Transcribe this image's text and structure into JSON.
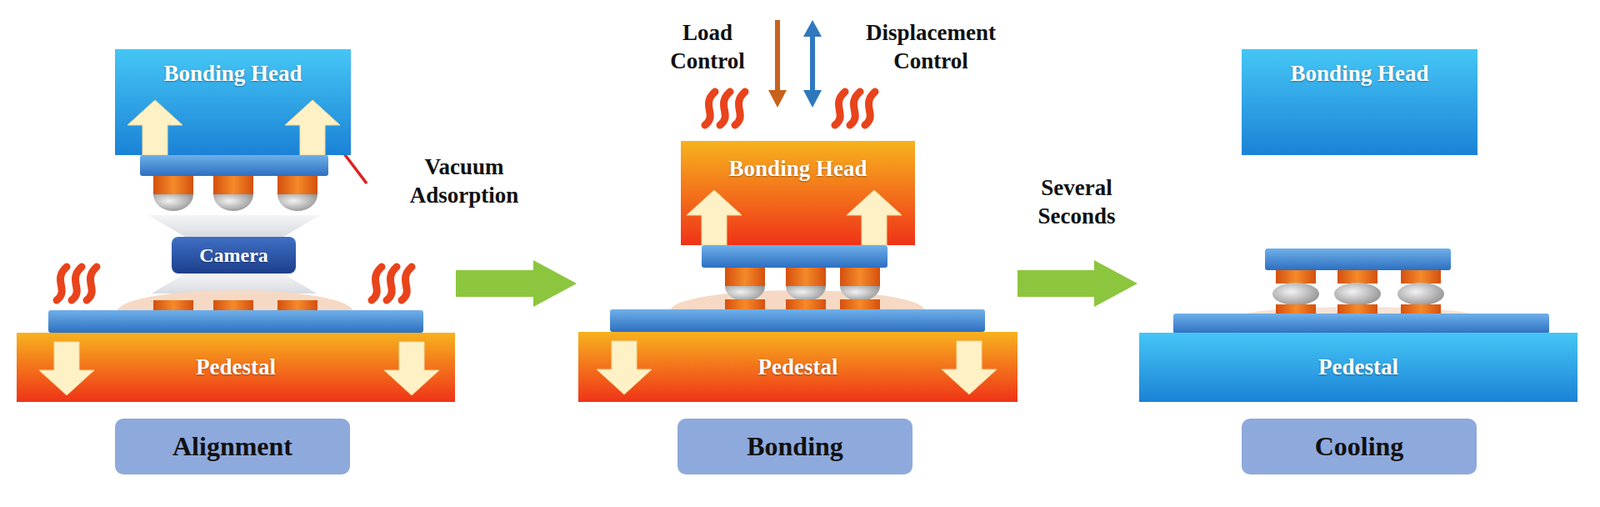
{
  "diagram": {
    "nodes": [
      {
        "text": [
          "Bonding Head"
        ]
      },
      {
        "text": [
          "Camera"
        ]
      },
      {
        "text": [
          "Pedestal"
        ]
      },
      {
        "text": [
          "Alignment"
        ]
      },
      {
        "text": [
          "Bonding Head"
        ]
      },
      {
        "text": [
          "Pedestal"
        ]
      },
      {
        "text": [
          "Bonding"
        ]
      },
      {
        "text": [
          "Bonding Head"
        ]
      },
      {
        "text": [
          "Pedestal"
        ]
      },
      {
        "text": [
          "Cooling"
        ]
      }
    ],
    "labels": [
      "Vacuum Adsorption",
      "Load Control",
      "Displacement Control",
      "Several Seconds"
    ]
  }
}
